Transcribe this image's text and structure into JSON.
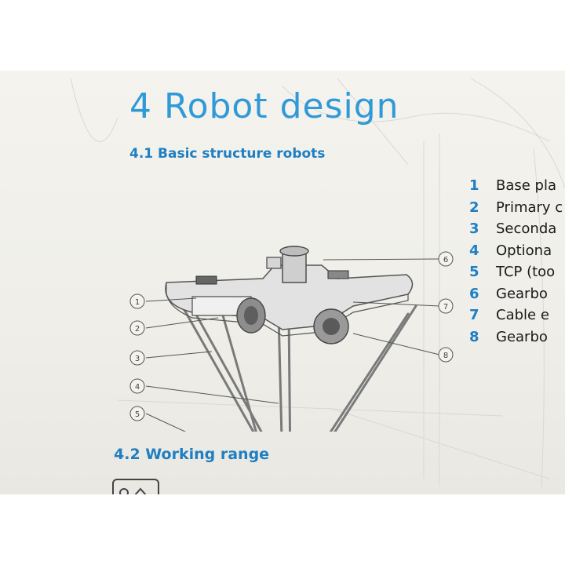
{
  "document": {
    "title": "4 Robot design",
    "section_1": "4.1 Basic structure robots",
    "section_2": "4.2 Working range"
  },
  "figure": {
    "callouts": [
      "1",
      "2",
      "3",
      "4",
      "5",
      "6",
      "7",
      "8"
    ]
  },
  "legend": [
    {
      "num": "1",
      "label": "Base pla"
    },
    {
      "num": "2",
      "label": "Primary c"
    },
    {
      "num": "3",
      "label": "Seconda"
    },
    {
      "num": "4",
      "label": "Optiona"
    },
    {
      "num": "5",
      "label": "TCP (too"
    },
    {
      "num": "6",
      "label": "Gearbo"
    },
    {
      "num": "7",
      "label": "Cable e"
    },
    {
      "num": "8",
      "label": "Gearbo"
    }
  ],
  "colors": {
    "heading": "#2f9ad6",
    "subheading": "#1f7fc2",
    "legend_number": "#1f7fc2",
    "text": "#1a1a1a",
    "paper": "#f2f1ec"
  },
  "icons": [
    "working-range-icon"
  ]
}
